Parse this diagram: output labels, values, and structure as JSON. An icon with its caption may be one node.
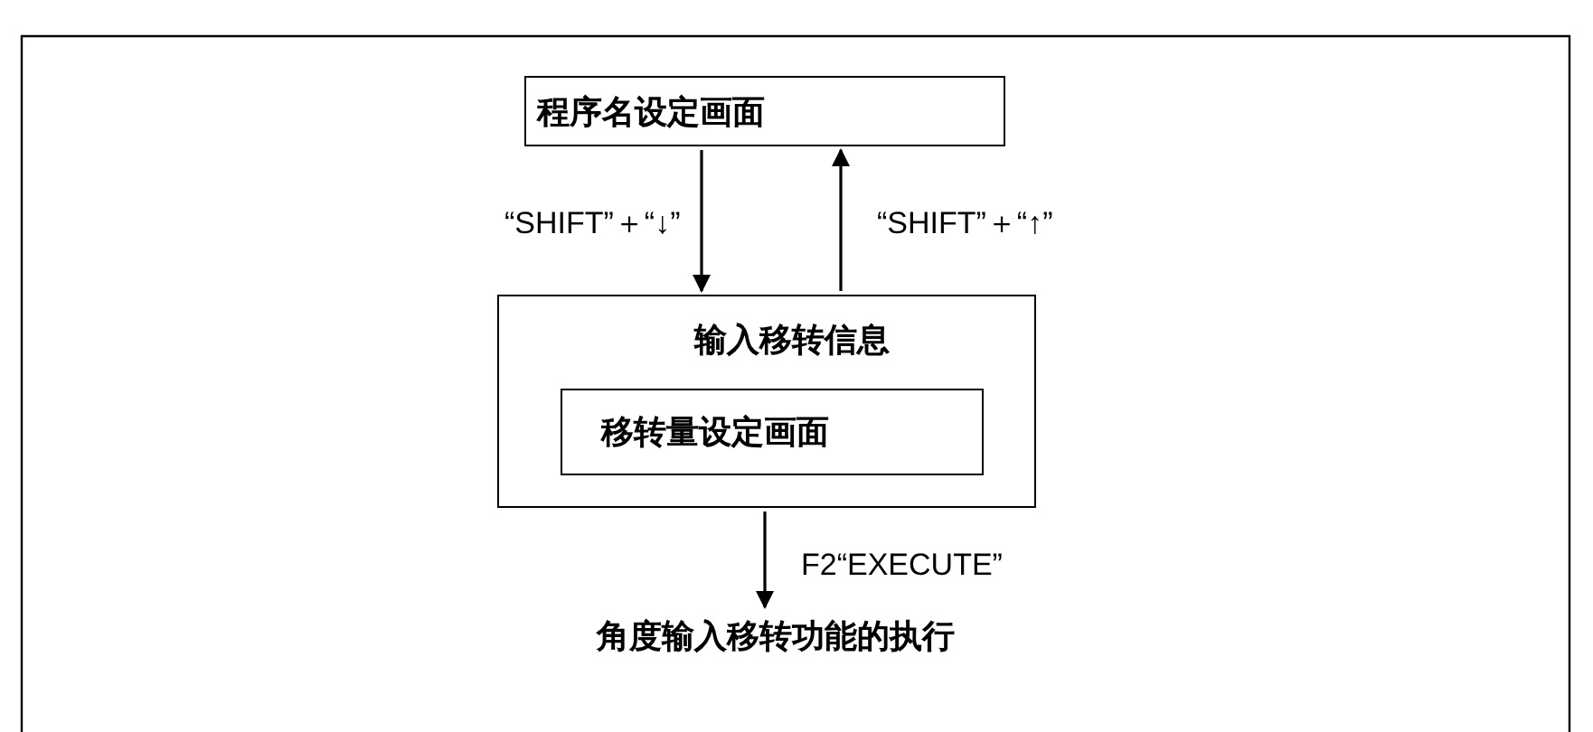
{
  "diagram": {
    "nodes": [
      {
        "text": [
          "程序名设定画面"
        ]
      },
      {
        "text": [
          "输入移转信息"
        ]
      },
      {
        "text": [
          "移转量设定画面"
        ],
        "in": 1
      },
      {
        "text": [
          "角度输入移转功能的执行"
        ]
      }
    ],
    "edges": [
      {
        "from": 0,
        "to": 1,
        "arrow": "to",
        "label": "“SHIFT”＋“↓”"
      },
      {
        "from": 1,
        "to": 0,
        "arrow": "to",
        "label": "“SHIFT”＋“↑”"
      },
      {
        "from": 1,
        "to": 3,
        "arrow": "to",
        "label": "F2“EXECUTE”"
      }
    ]
  }
}
